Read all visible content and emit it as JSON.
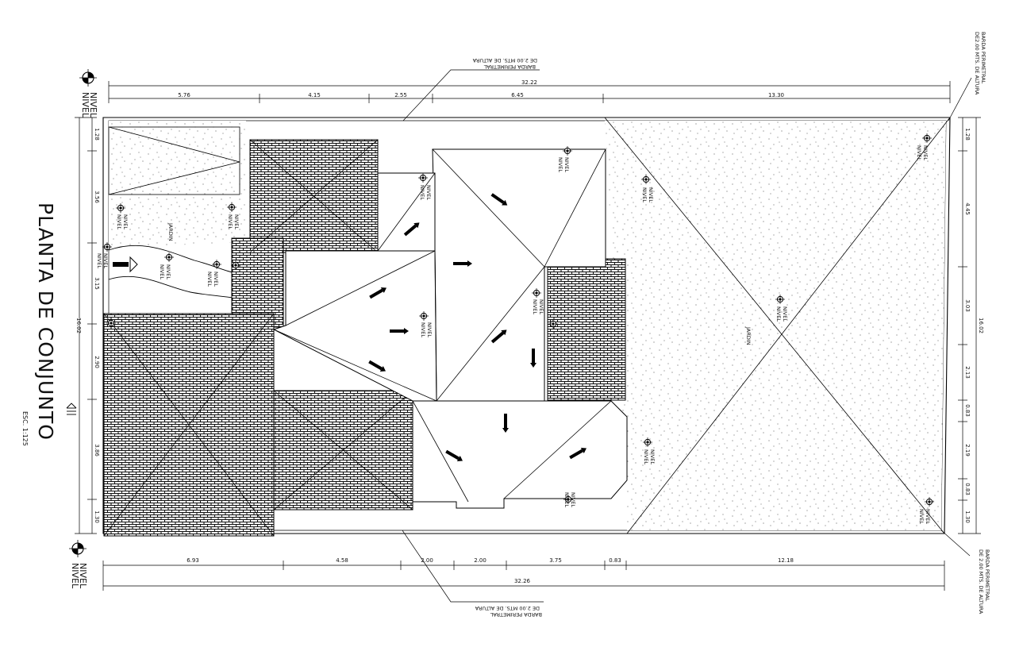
{
  "title": "PLANTA DE CONJUNTO",
  "scale": "ESC. 1:125",
  "labels": {
    "nivel": "NIVEL",
    "jardin": "JARDIN",
    "barda_top": [
      "BARDA PERIMETRAL",
      "DE 2.00 MTS. DE ALTURA"
    ],
    "barda_bottom": [
      "BARDA PERIMETRAL",
      "DE 2.00 MTS. DE ALTURA"
    ],
    "barda_right_top": [
      "BARDA PERIMETRAL",
      "DE2.00 MTS. DE ALTURA"
    ],
    "barda_right_bottom": [
      "BARDA PERIMETRAL",
      "DE 2.00 MTS. DE ALTURA"
    ]
  },
  "dimensions": {
    "top_total": "32.22",
    "top_segments": [
      "5.76",
      "4.15",
      "2.55",
      "6.45",
      "13.30"
    ],
    "bottom_total": "32.26",
    "bottom_segments": [
      "6.93",
      "4.58",
      "2.00",
      "2.00",
      "3.75",
      "0.83",
      "12.18"
    ],
    "left_total": "16.02",
    "left_segments": [
      "1.28",
      "3.56",
      "3.15",
      "2.90",
      "3.86",
      "1.30"
    ],
    "right_total": "16.02",
    "right_segments": [
      "1.28",
      "4.45",
      "3.03",
      "2.13",
      "0.83",
      "2.19",
      "0.83",
      "1.30"
    ]
  }
}
